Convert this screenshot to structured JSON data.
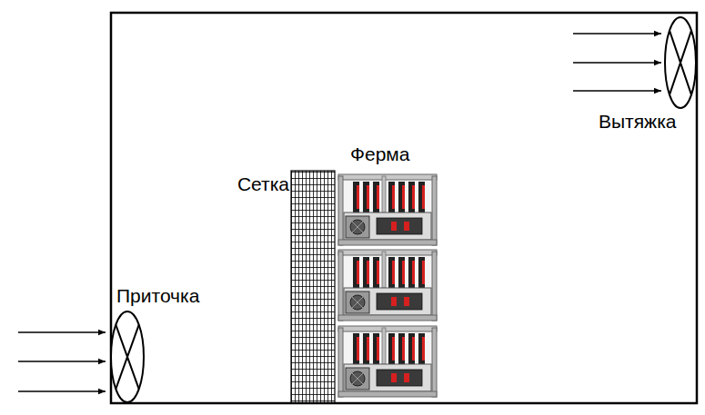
{
  "diagram": {
    "labels": [
      "Вытяжка",
      "Ферма",
      "Сетка",
      "Приточка"
    ]
  }
}
